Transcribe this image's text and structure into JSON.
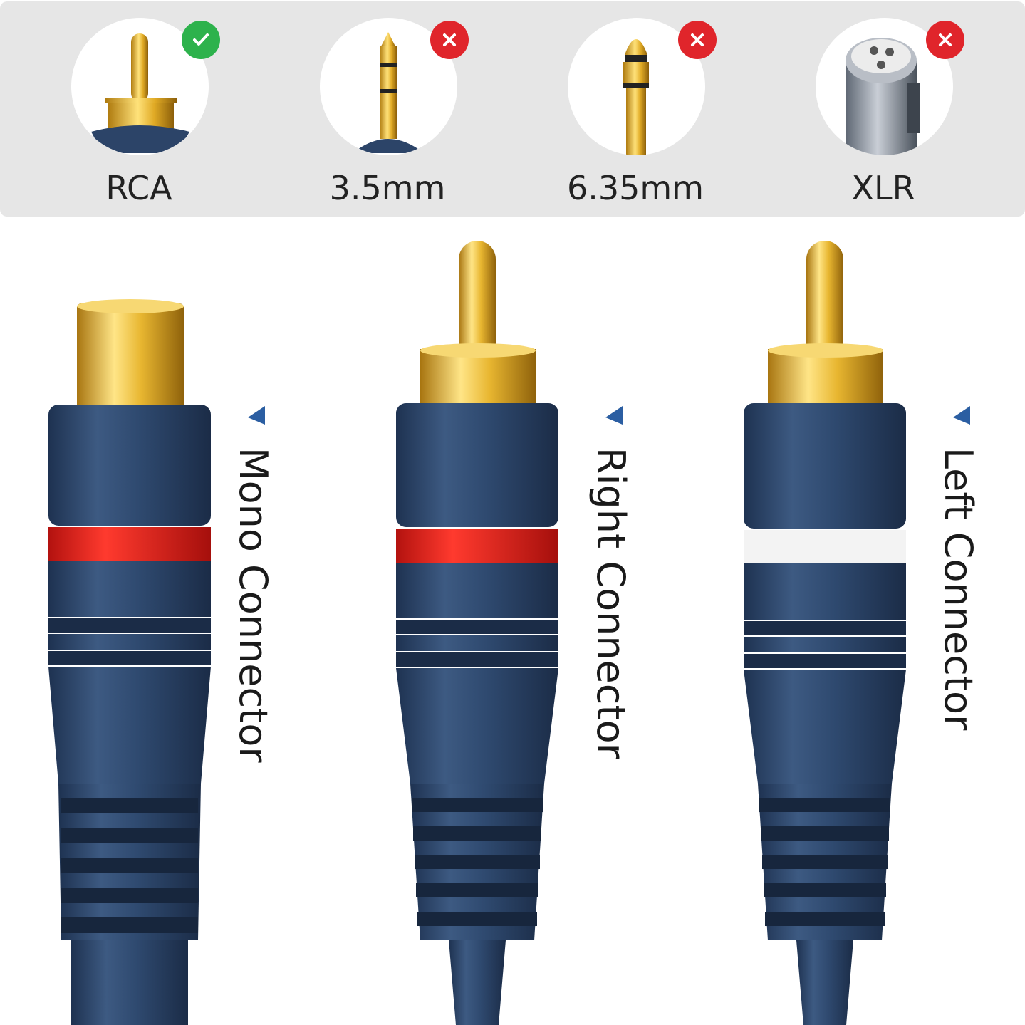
{
  "compatibility": [
    {
      "label": "RCA",
      "status": "compatible",
      "icon": "check-icon",
      "color": "#2db24c"
    },
    {
      "label": "3.5mm",
      "status": "incompatible",
      "icon": "cross-icon",
      "color": "#e0252b"
    },
    {
      "label": "6.35mm",
      "status": "incompatible",
      "icon": "cross-icon",
      "color": "#e0252b"
    },
    {
      "label": "XLR",
      "status": "incompatible",
      "icon": "cross-icon",
      "color": "#e0252b"
    }
  ],
  "connectors": [
    {
      "label": "Mono Connector",
      "type": "female",
      "ring_color": "#d9201e"
    },
    {
      "label": "Right Connector",
      "type": "male",
      "ring_color": "#d9201e"
    },
    {
      "label": "Left Connector",
      "type": "male",
      "ring_color": "#f2f2f2"
    }
  ],
  "colors": {
    "body": "#2c4468",
    "gold": "#e3b52c",
    "accent_marker": "#2b5ea2",
    "panel": "#e6e6e6"
  }
}
